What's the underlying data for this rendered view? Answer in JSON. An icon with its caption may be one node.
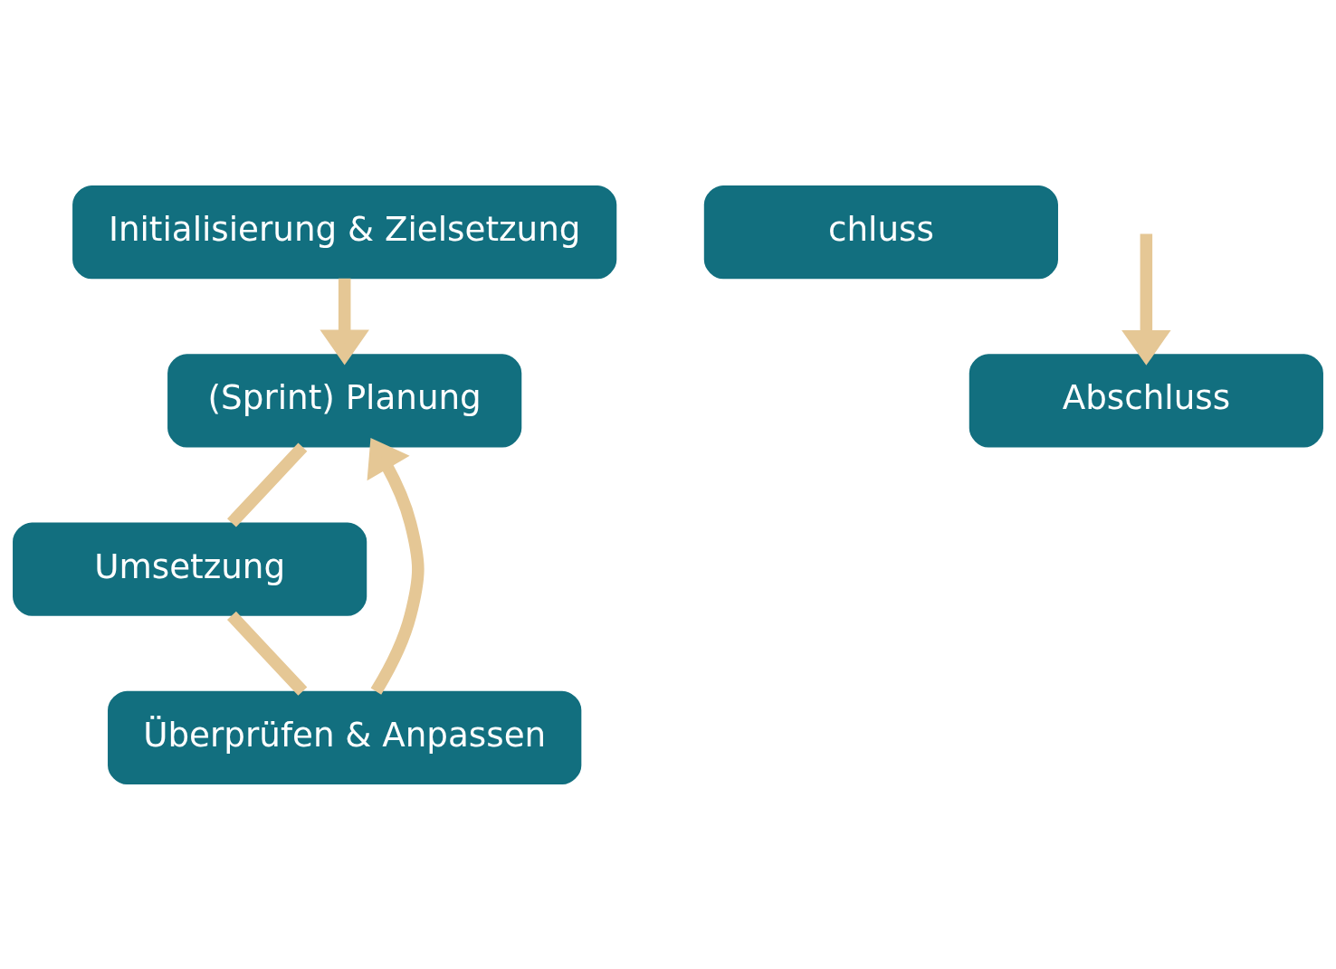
{
  "diagram": {
    "nodes": [
      {
        "text": [
          "Initialisierung & Zielsetzung"
        ]
      },
      {
        "text": [
          "(Sprint) Planung"
        ]
      },
      {
        "text": [
          "Überprüfen & Anpassen"
        ]
      },
      {
        "text": [
          "Umsetzung"
        ]
      },
      {
        "text": [
          "chluss"
        ]
      },
      {
        "text": [
          "Abschluss"
        ]
      }
    ],
    "edges": [
      {
        "from": 0,
        "to": 1,
        "arrow": "to"
      },
      {
        "from": 1,
        "to": 3,
        "arrow": "none"
      },
      {
        "from": 3,
        "to": 2,
        "arrow": "none"
      },
      {
        "from": 2,
        "to": 1,
        "arrow": "to"
      },
      {
        "from": null,
        "to": 5,
        "arrow": "to"
      }
    ]
  }
}
